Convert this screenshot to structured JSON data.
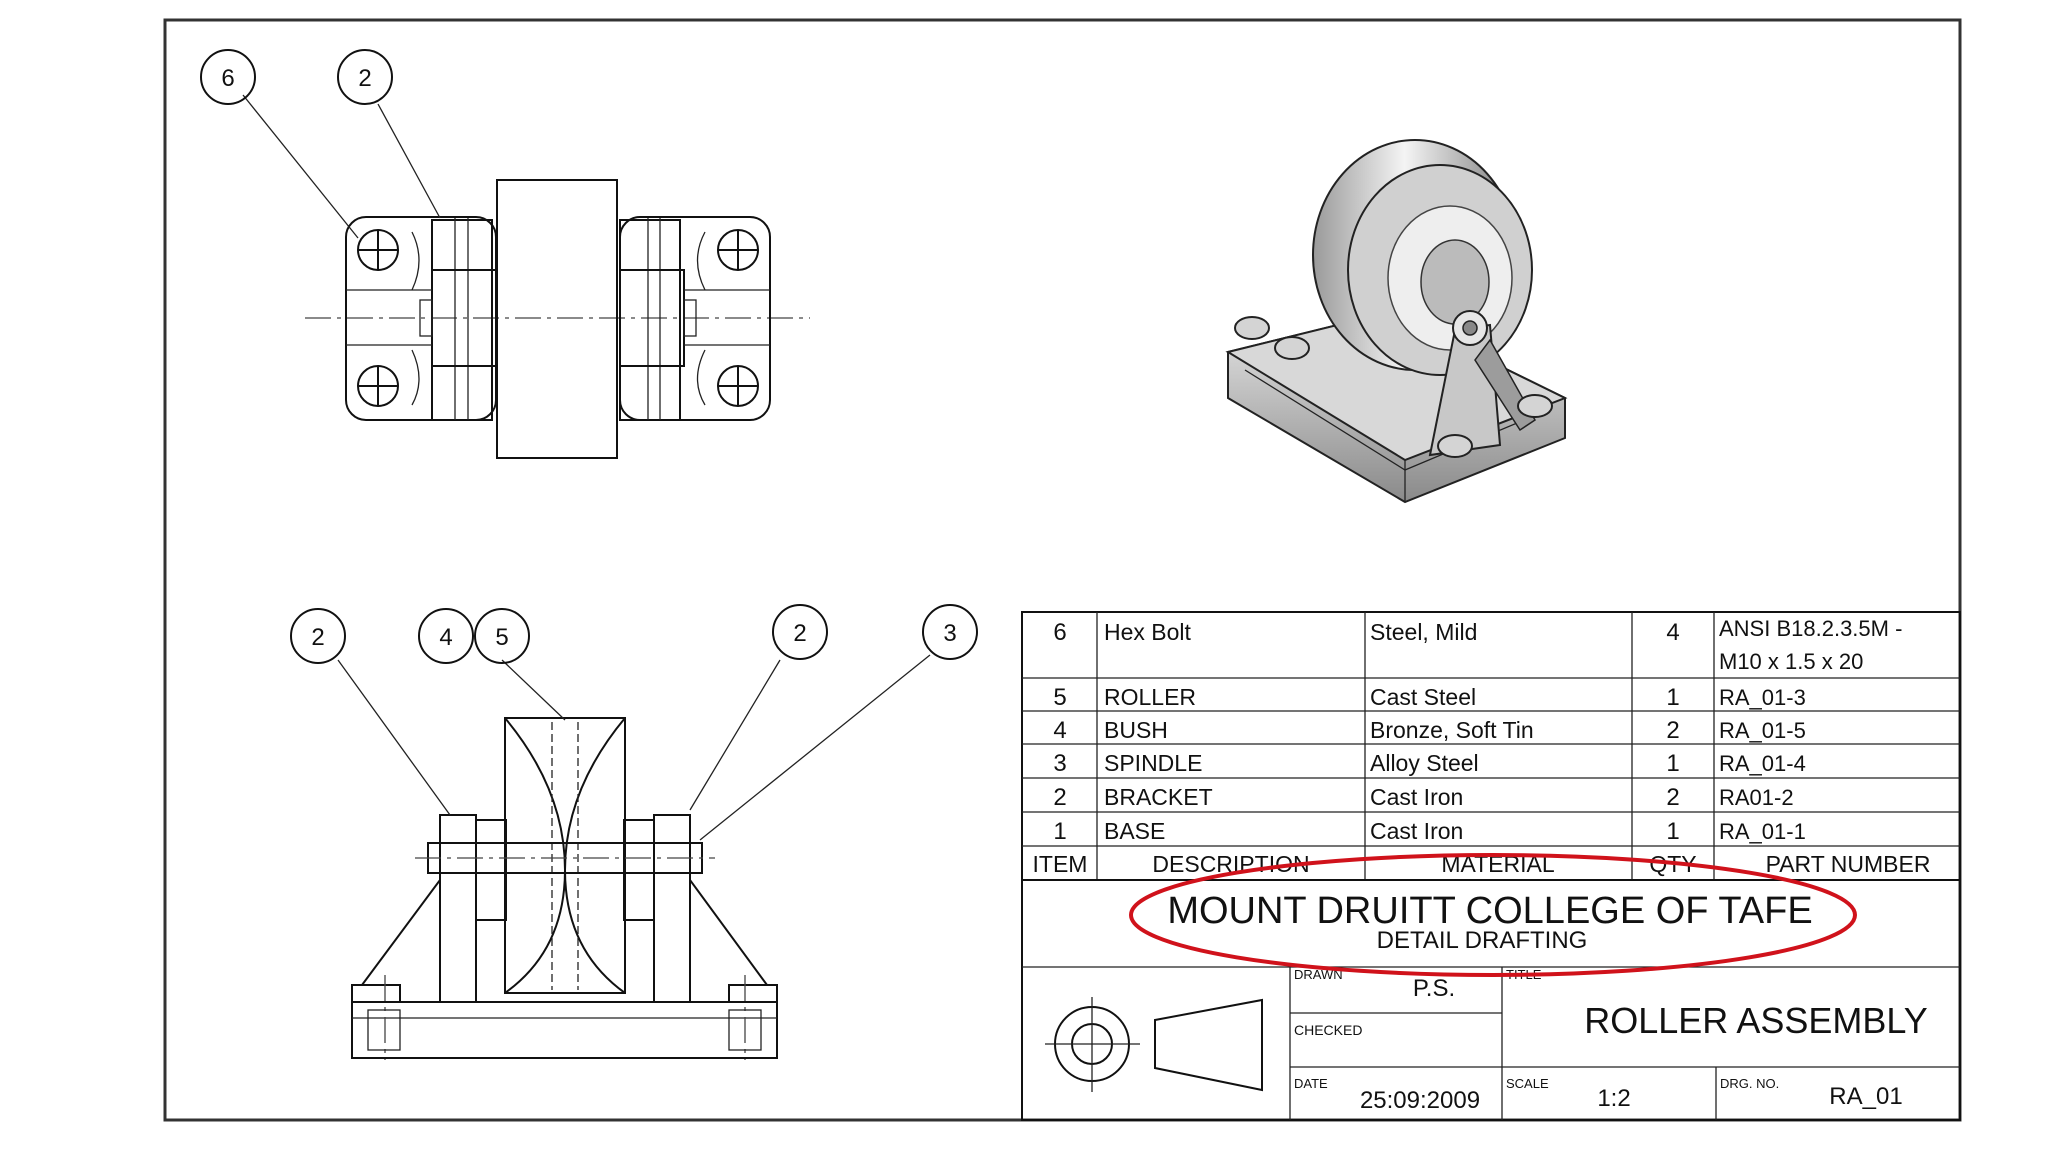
{
  "balloons": {
    "top_view": [
      "6",
      "2"
    ],
    "front_view": [
      "2",
      "4",
      "5",
      "2",
      "3"
    ]
  },
  "parts_list": {
    "headers": {
      "item": "ITEM",
      "description": "DESCRIPTION",
      "material": "MATERIAL",
      "qty": "QTY",
      "part_number": "PART NUMBER"
    },
    "rows": [
      {
        "item": "6",
        "description": "Hex Bolt",
        "material": "Steel, Mild",
        "qty": "4",
        "part_number": "ANSI B18.2.3.5M -",
        "part_number_2": "M10 x 1.5 x 20"
      },
      {
        "item": "5",
        "description": "ROLLER",
        "material": "Cast Steel",
        "qty": "1",
        "part_number": "RA_01-3"
      },
      {
        "item": "4",
        "description": "BUSH",
        "material": "Bronze, Soft Tin",
        "qty": "2",
        "part_number": "RA_01-5"
      },
      {
        "item": "3",
        "description": "SPINDLE",
        "material": "Alloy Steel",
        "qty": "1",
        "part_number": "RA_01-4"
      },
      {
        "item": "2",
        "description": "BRACKET",
        "material": "Cast Iron",
        "qty": "2",
        "part_number": "RA01-2"
      },
      {
        "item": "1",
        "description": "BASE",
        "material": "Cast Iron",
        "qty": "1",
        "part_number": "RA_01-1"
      }
    ]
  },
  "title_block": {
    "organization": "MOUNT DRUITT COLLEGE OF TAFE",
    "department": "DETAIL DRAFTING",
    "drawn_label": "DRAWN",
    "drawn_value": "P.S.",
    "checked_label": "CHECKED",
    "title_label": "TITLE",
    "title": "ROLLER ASSEMBLY",
    "date_label": "DATE",
    "date": "25:09:2009",
    "scale_label": "SCALE",
    "scale": "1:2",
    "drg_no_label": "DRG. NO.",
    "drg_no": "RA_01"
  },
  "colors": {
    "line": "#111111",
    "highlight_ellipse": "#d0121b",
    "paper": "#ffffff"
  }
}
